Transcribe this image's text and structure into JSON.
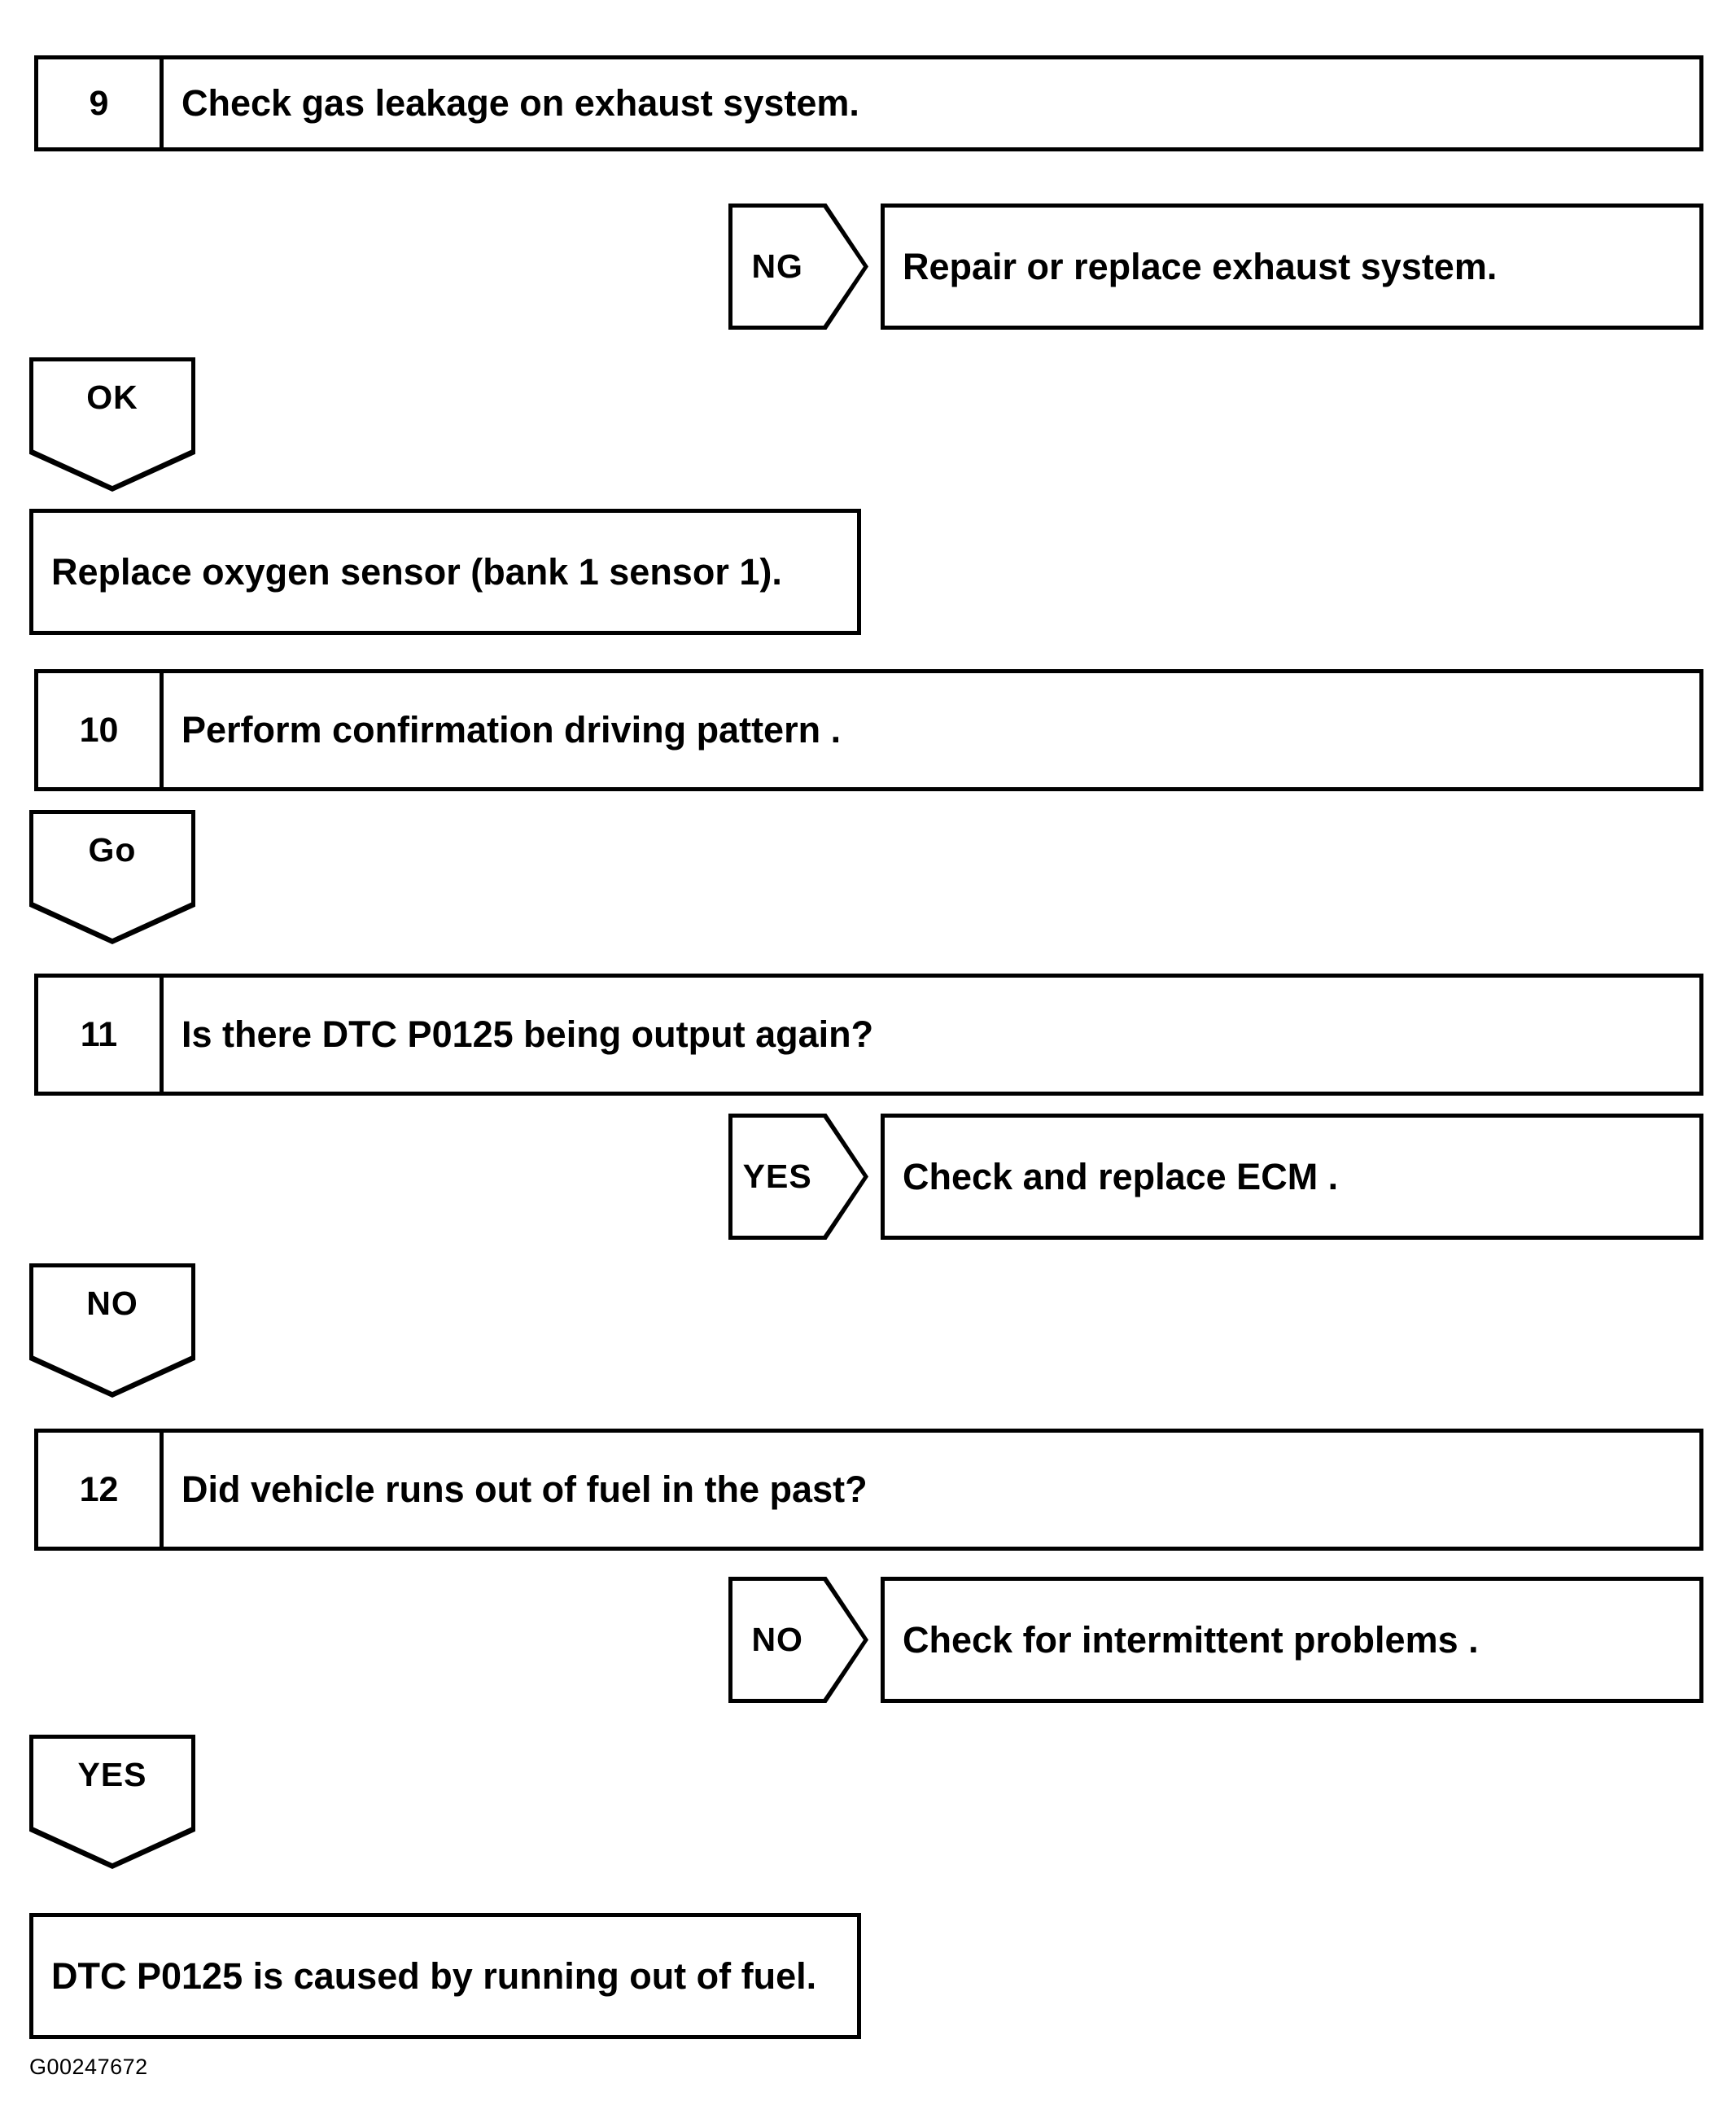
{
  "document": {
    "type": "diagnostic-troubleshooting-flowchart",
    "footer_code": "G00247672"
  },
  "flow": {
    "steps": [
      {
        "number": "9",
        "text": "Check gas leakage on exhaust system.",
        "branch": {
          "label": "NG",
          "result": "Repair or replace exhaust system."
        },
        "continue": {
          "label": "OK"
        }
      },
      {
        "number": "10",
        "text": "Perform confirmation driving pattern .",
        "continue": {
          "label": "Go"
        }
      },
      {
        "number": "11",
        "text": "Is there DTC P0125 being output again?",
        "branch": {
          "label": "YES",
          "result": "Check and replace ECM ."
        },
        "continue": {
          "label": "NO"
        }
      },
      {
        "number": "12",
        "text": "Did vehicle runs out of fuel in the past?",
        "branch": {
          "label": "NO",
          "result": "Check for intermittent problems ."
        },
        "continue": {
          "label": "YES"
        }
      }
    ],
    "actions": [
      {
        "text": "Replace oxygen sensor (bank 1 sensor 1)."
      },
      {
        "text": "DTC P0125 is caused by running out of fuel."
      }
    ]
  },
  "colors": {
    "ink": "#000000",
    "paper": "#ffffff"
  }
}
